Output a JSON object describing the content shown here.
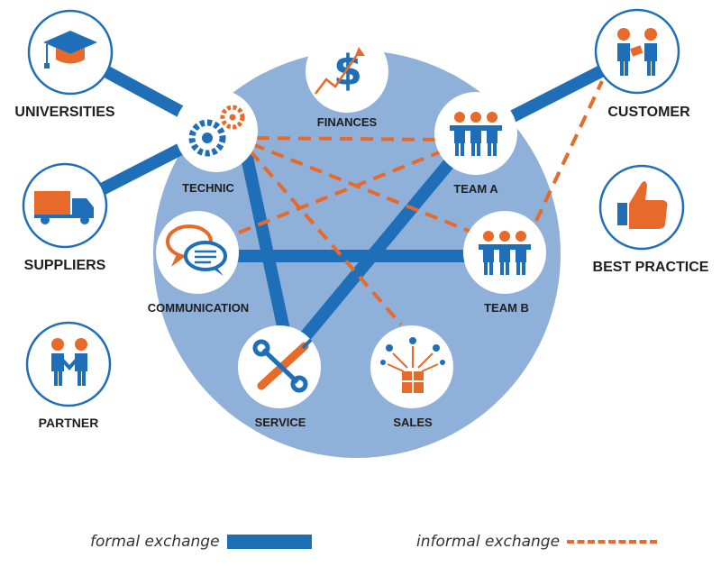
{
  "colors": {
    "formal": "#1f6fb8",
    "informal": "#e76a2a",
    "hub": "#8fb0d8",
    "icon_blue": "#1f6fb8",
    "icon_orange": "#e76a2a"
  },
  "nodes": {
    "universities": {
      "label": "UNIVERSITIES",
      "icon": "graduation-cap-icon"
    },
    "suppliers": {
      "label": "SUPPLIERS",
      "icon": "truck-icon"
    },
    "partner": {
      "label": "PARTNER",
      "icon": "partners-icon"
    },
    "technic": {
      "label": "TECHNIC",
      "icon": "gears-icon"
    },
    "finances": {
      "label": "FINANCES",
      "icon": "dollar-growth-icon"
    },
    "team_a": {
      "label": "TEAM A",
      "icon": "team-icon"
    },
    "team_b": {
      "label": "TEAM B",
      "icon": "team-icon"
    },
    "communication": {
      "label": "COMMUNICATION",
      "icon": "speech-bubbles-icon"
    },
    "service": {
      "label": "SERVICE",
      "icon": "tools-icon"
    },
    "sales": {
      "label": "SALES",
      "icon": "gift-distribution-icon"
    },
    "customer": {
      "label": "CUSTOMER",
      "icon": "handover-icon"
    },
    "best_practice": {
      "label": "BEST PRACTICE",
      "icon": "thumbs-up-icon"
    }
  },
  "legend": {
    "formal": "formal exchange",
    "informal": "informal exchange"
  }
}
